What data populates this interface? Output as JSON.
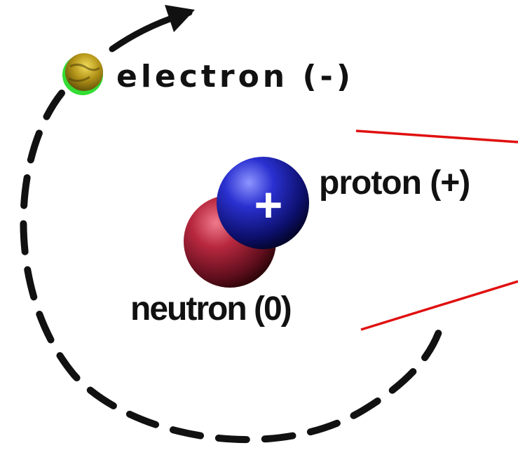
{
  "labels": {
    "electron": "electron (-)",
    "proton": "proton (+)",
    "neutron": "neutron (0)"
  },
  "proton_symbol": "+",
  "colors": {
    "orbit": "#111111",
    "pointer_lines": "#e01010",
    "electron": "#b89a1a",
    "electron_glow": "#33dd33",
    "proton": "#1b1e9c",
    "neutron": "#8c1a2c",
    "text": "#111111"
  }
}
